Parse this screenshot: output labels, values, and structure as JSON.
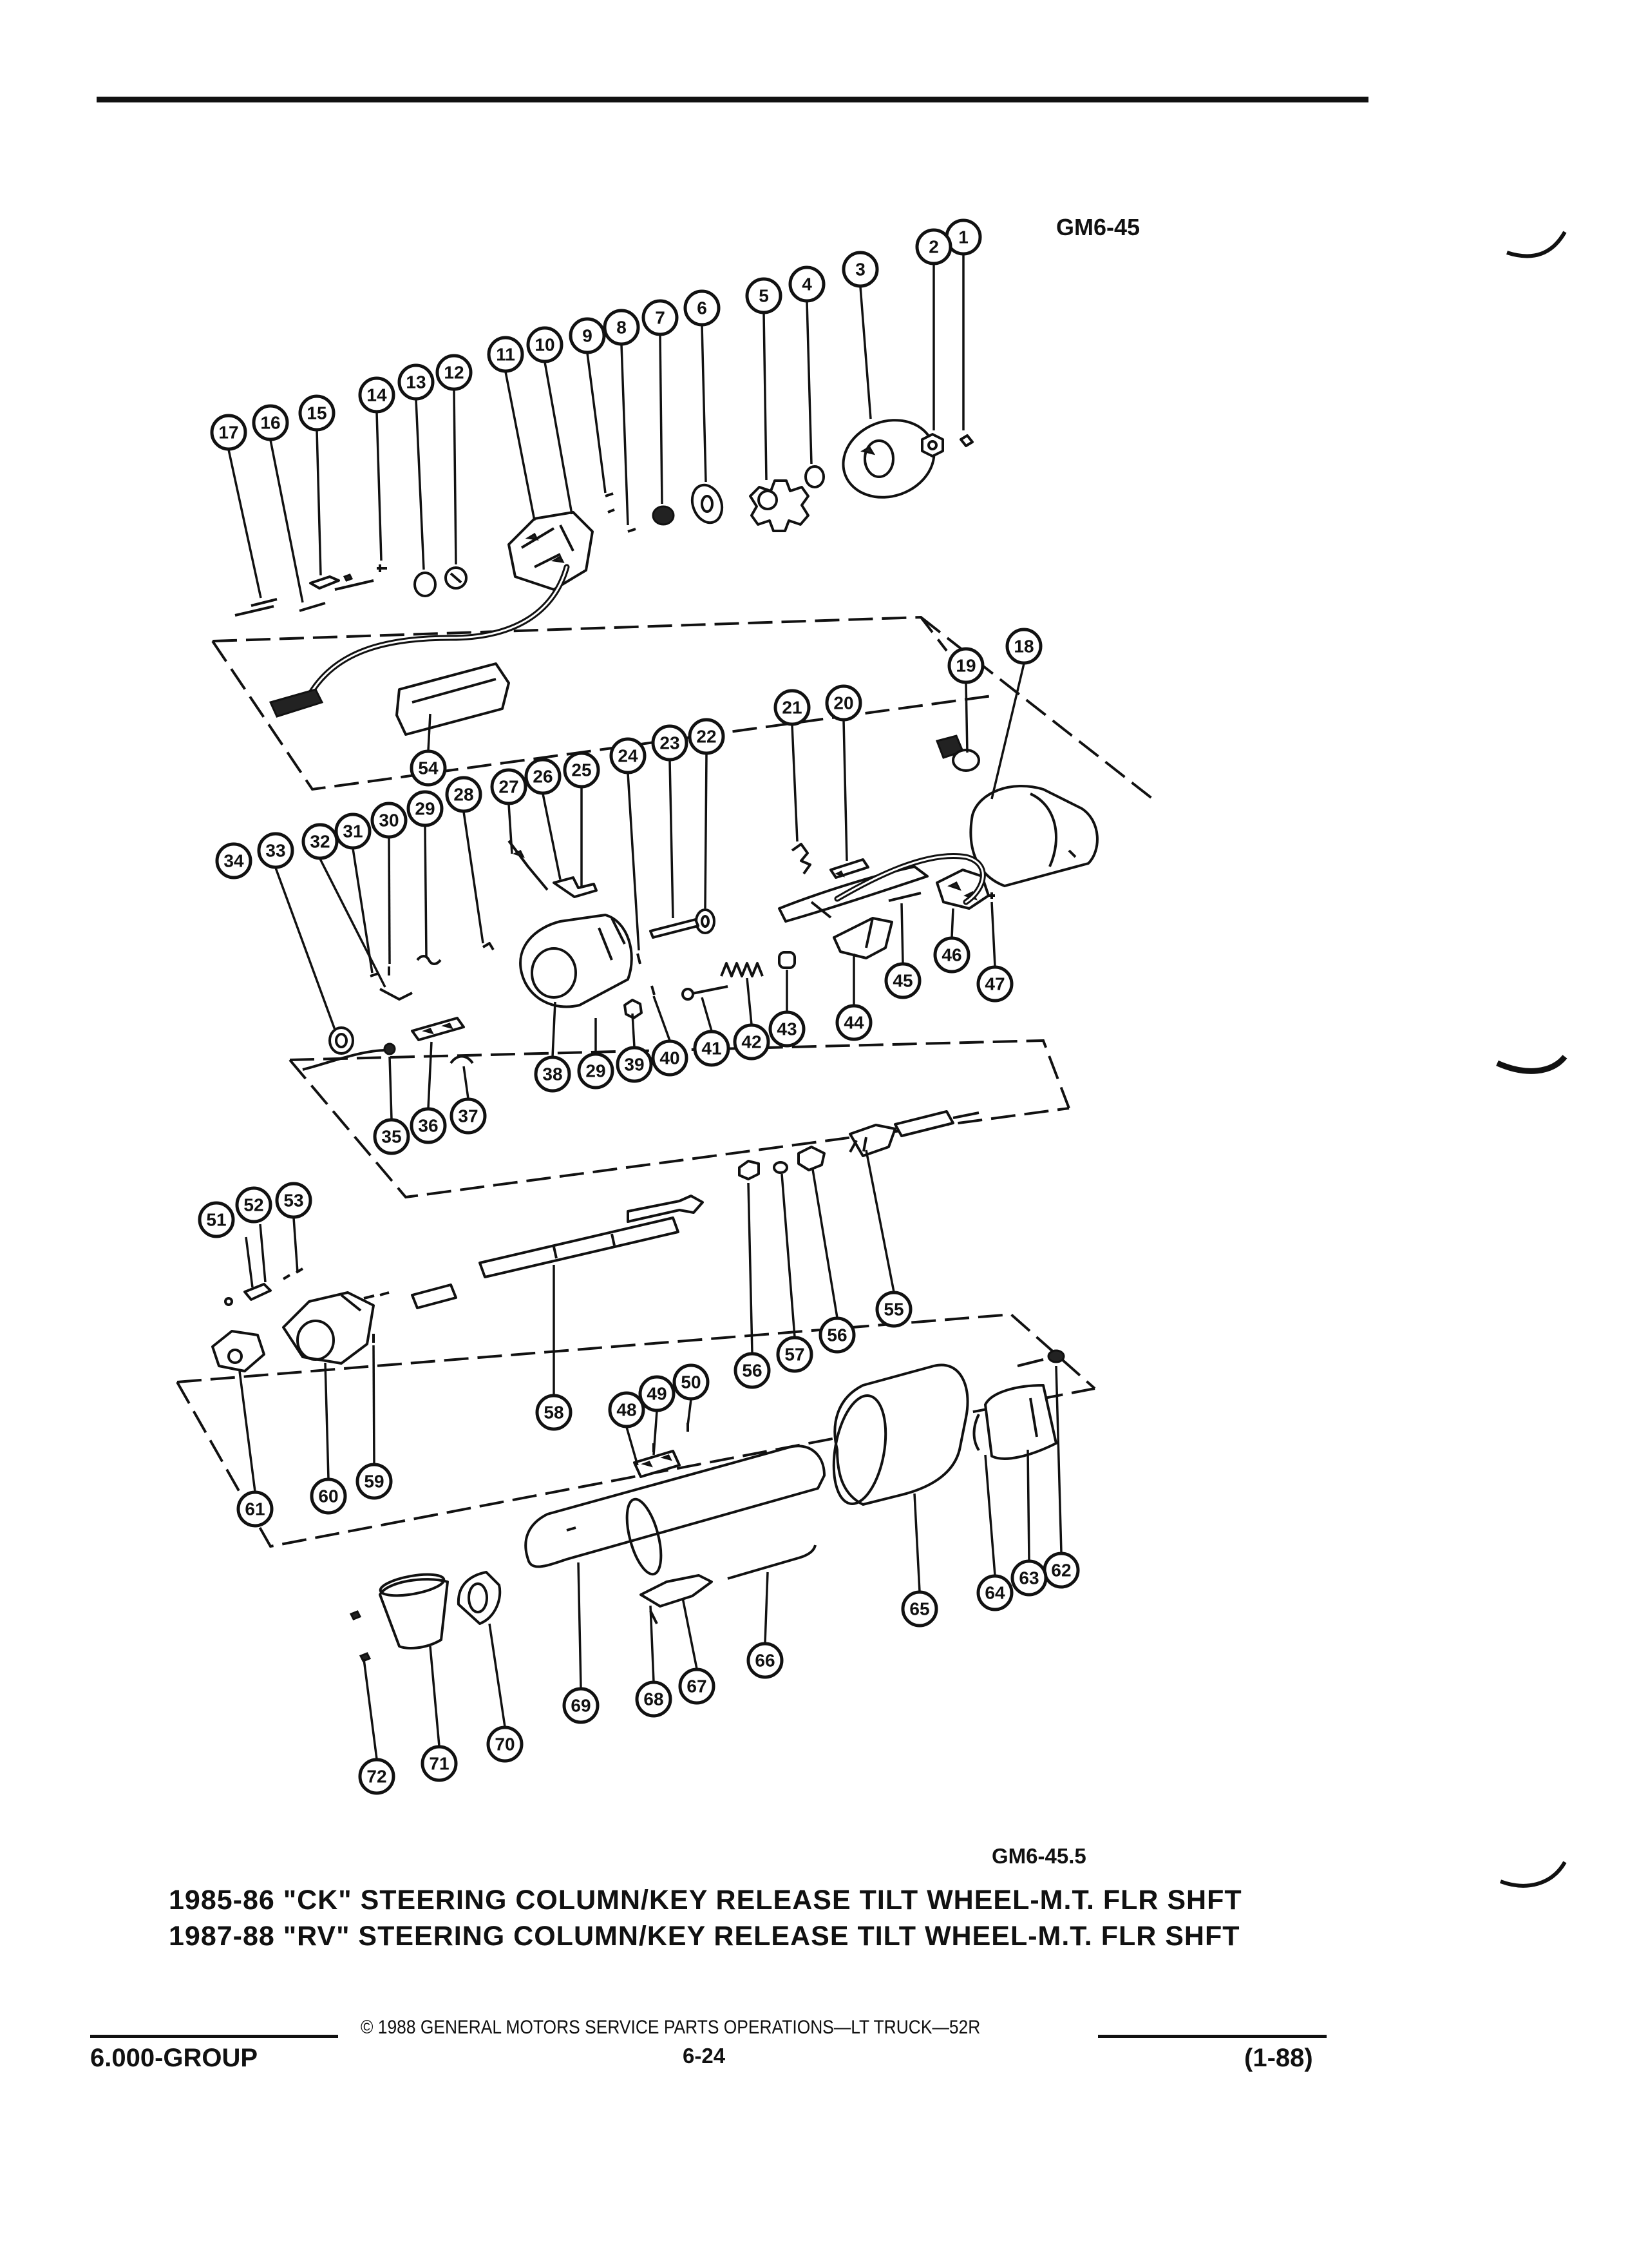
{
  "header": {
    "diagram_code_top": "GM6-45",
    "diagram_code_bottom": "GM6-45.5"
  },
  "titles": [
    "1985-86 \"CK\" STEERING COLUMN/KEY RELEASE TILT WHEEL-M.T. FLR SHFT",
    "1987-88 \"RV\" STEERING COLUMN/KEY RELEASE TILT WHEEL-M.T. FLR SHFT"
  ],
  "footer": {
    "copyright": "© 1988 GENERAL MOTORS SERVICE PARTS OPERATIONS—LT TRUCK—52R",
    "group": "6.000-GROUP",
    "page": "6-24",
    "date": "(1-88)"
  },
  "callouts": [
    "1",
    "2",
    "3",
    "4",
    "5",
    "6",
    "7",
    "8",
    "9",
    "10",
    "11",
    "12",
    "13",
    "14",
    "15",
    "16",
    "17",
    "18",
    "19",
    "20",
    "21",
    "22",
    "23",
    "24",
    "25",
    "26",
    "27",
    "28",
    "29",
    "30",
    "31",
    "32",
    "33",
    "34",
    "35",
    "36",
    "37",
    "38",
    "39",
    "40",
    "41",
    "42",
    "43",
    "44",
    "45",
    "46",
    "47",
    "48",
    "49",
    "50",
    "51",
    "52",
    "53",
    "54",
    "55",
    "56",
    "57",
    "58",
    "59",
    "60",
    "61",
    "62",
    "63",
    "64",
    "65",
    "66",
    "67",
    "68",
    "69",
    "70",
    "71",
    "72"
  ]
}
